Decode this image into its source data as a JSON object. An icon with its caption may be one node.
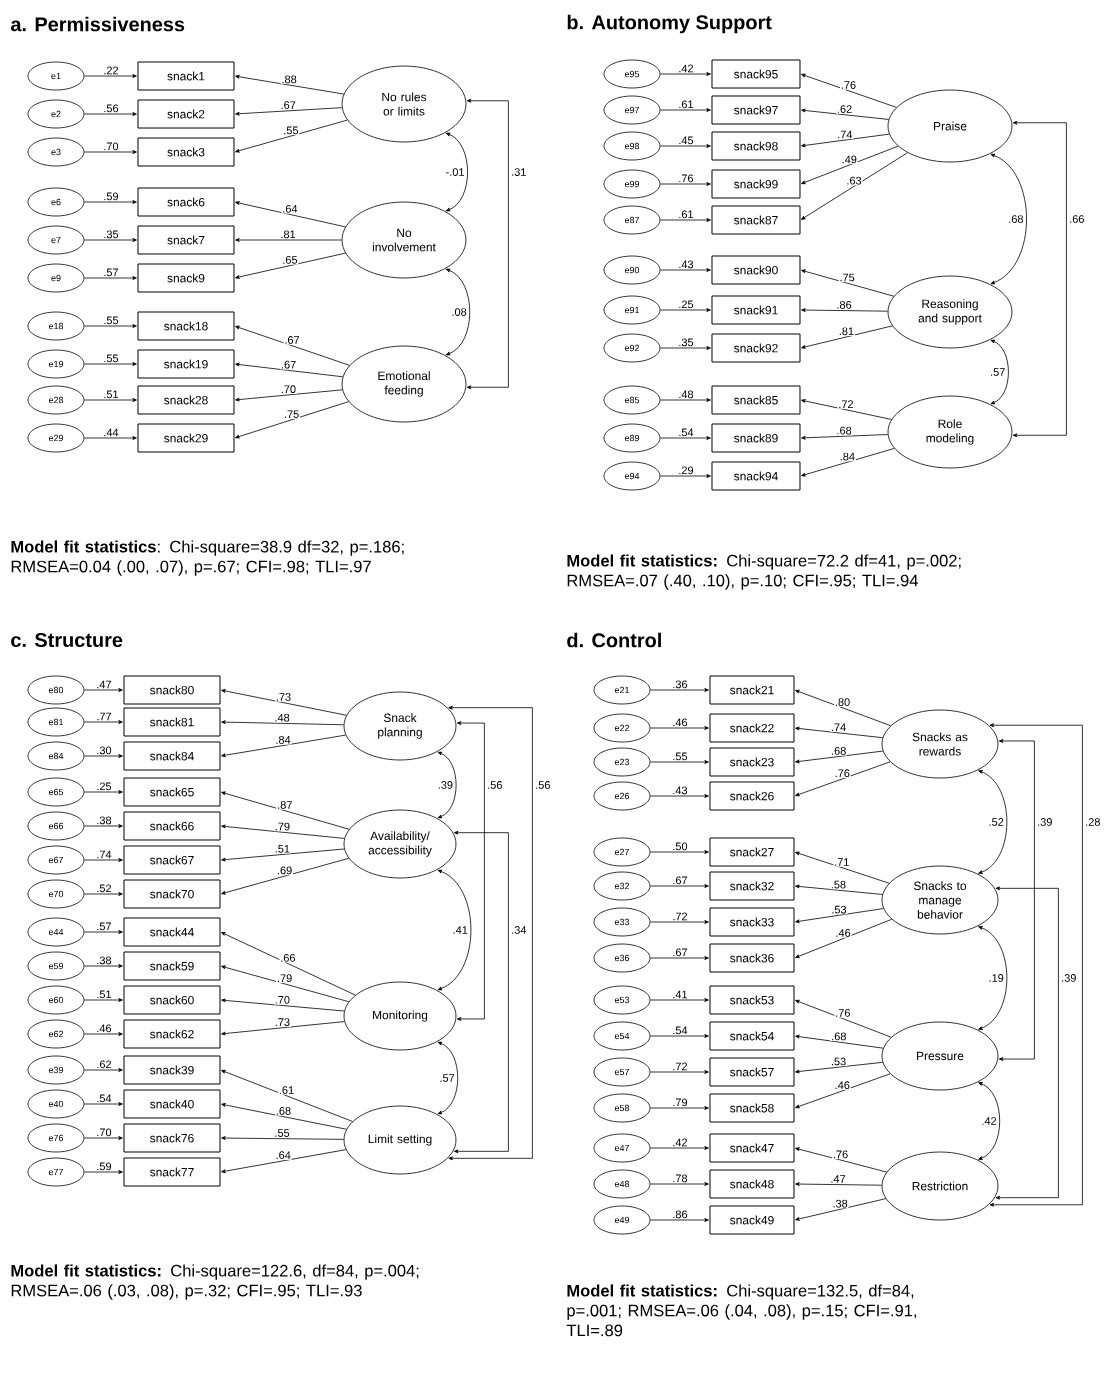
{
  "diagram": {
    "nodes": [
      {
        "text": [
          "e1"
        ]
      },
      {
        "text": [
          "snack1"
        ]
      },
      {
        "text": [
          "e2"
        ]
      },
      {
        "text": [
          "snack2"
        ]
      },
      {
        "text": [
          "e3"
        ]
      },
      {
        "text": [
          "snack3"
        ]
      },
      {
        "text": [
          "No rules or limits"
        ]
      },
      {
        "text": [
          "e6"
        ]
      },
      {
        "text": [
          "snack6"
        ]
      },
      {
        "text": [
          "e7"
        ]
      },
      {
        "text": [
          "snack7"
        ]
      },
      {
        "text": [
          "e9"
        ]
      },
      {
        "text": [
          "snack9"
        ]
      },
      {
        "text": [
          "No involvement"
        ]
      },
      {
        "text": [
          "e18"
        ]
      },
      {
        "text": [
          "snack18"
        ]
      },
      {
        "text": [
          "e19"
        ]
      },
      {
        "text": [
          "snack19"
        ]
      },
      {
        "text": [
          "e28"
        ]
      },
      {
        "text": [
          "snack28"
        ]
      },
      {
        "text": [
          "e29"
        ]
      },
      {
        "text": [
          "snack29"
        ]
      },
      {
        "text": [
          "Emotional feeding"
        ]
      },
      {
        "text": [
          "e95"
        ]
      },
      {
        "text": [
          "snack95"
        ]
      },
      {
        "text": [
          "e97"
        ]
      },
      {
        "text": [
          "snack97"
        ]
      },
      {
        "text": [
          "e98"
        ]
      },
      {
        "text": [
          "snack98"
        ]
      },
      {
        "text": [
          "e99"
        ]
      },
      {
        "text": [
          "snack99"
        ]
      },
      {
        "text": [
          "e87"
        ]
      },
      {
        "text": [
          "snack87"
        ]
      },
      {
        "text": [
          "Praise"
        ]
      },
      {
        "text": [
          "e90"
        ]
      },
      {
        "text": [
          "snack90"
        ]
      },
      {
        "text": [
          "e91"
        ]
      },
      {
        "text": [
          "snack91"
        ]
      },
      {
        "text": [
          "e92"
        ]
      },
      {
        "text": [
          "snack92"
        ]
      },
      {
        "text": [
          "Reasoning and support"
        ]
      },
      {
        "text": [
          "e85"
        ]
      },
      {
        "text": [
          "snack85"
        ]
      },
      {
        "text": [
          "e89"
        ]
      },
      {
        "text": [
          "snack89"
        ]
      },
      {
        "text": [
          "e94"
        ]
      },
      {
        "text": [
          "snack94"
        ]
      },
      {
        "text": [
          "Role modeling"
        ]
      },
      {
        "text": [
          "e80"
        ]
      },
      {
        "text": [
          "snack80"
        ]
      },
      {
        "text": [
          "e81"
        ]
      },
      {
        "text": [
          "snack81"
        ]
      },
      {
        "text": [
          "e84"
        ]
      },
      {
        "text": [
          "snack84"
        ]
      },
      {
        "text": [
          "Snack planning"
        ]
      },
      {
        "text": [
          "e65"
        ]
      },
      {
        "text": [
          "snack65"
        ]
      },
      {
        "text": [
          "e66"
        ]
      },
      {
        "text": [
          "snack66"
        ]
      },
      {
        "text": [
          "e67"
        ]
      },
      {
        "text": [
          "snack67"
        ]
      },
      {
        "text": [
          "e70"
        ]
      },
      {
        "text": [
          "snack70"
        ]
      },
      {
        "text": [
          "Availability/ accessibility"
        ]
      },
      {
        "text": [
          "e44"
        ]
      },
      {
        "text": [
          "snack44"
        ]
      },
      {
        "text": [
          "e59"
        ]
      },
      {
        "text": [
          "snack59"
        ]
      },
      {
        "text": [
          "e60"
        ]
      },
      {
        "text": [
          "snack60"
        ]
      },
      {
        "text": [
          "e62"
        ]
      },
      {
        "text": [
          "snack62"
        ]
      },
      {
        "text": [
          "Monitoring"
        ]
      },
      {
        "text": [
          "e39"
        ]
      },
      {
        "text": [
          "snack39"
        ]
      },
      {
        "text": [
          "e40"
        ]
      },
      {
        "text": [
          "snack40"
        ]
      },
      {
        "text": [
          "e76"
        ]
      },
      {
        "text": [
          "snack76"
        ]
      },
      {
        "text": [
          "e77"
        ]
      },
      {
        "text": [
          "snack77"
        ]
      },
      {
        "text": [
          "Limit setting"
        ]
      },
      {
        "text": [
          "e21"
        ]
      },
      {
        "text": [
          "snack21"
        ]
      },
      {
        "text": [
          "e22"
        ]
      },
      {
        "text": [
          "snack22"
        ]
      },
      {
        "text": [
          "e23"
        ]
      },
      {
        "text": [
          "snack23"
        ]
      },
      {
        "text": [
          "e26"
        ]
      },
      {
        "text": [
          "snack26"
        ]
      },
      {
        "text": [
          "Snacks as rewards"
        ]
      },
      {
        "text": [
          "e27"
        ]
      },
      {
        "text": [
          "snack27"
        ]
      },
      {
        "text": [
          "e32"
        ]
      },
      {
        "text": [
          "snack32"
        ]
      },
      {
        "text": [
          "e33"
        ]
      },
      {
        "text": [
          "snack33"
        ]
      },
      {
        "text": [
          "e36"
        ]
      },
      {
        "text": [
          "snack36"
        ]
      },
      {
        "text": [
          "Snacks to manage behavior"
        ]
      },
      {
        "text": [
          "e53"
        ]
      },
      {
        "text": [
          "snack53"
        ]
      },
      {
        "text": [
          "e54"
        ]
      },
      {
        "text": [
          "snack54"
        ]
      },
      {
        "text": [
          "e57"
        ]
      },
      {
        "text": [
          "snack57"
        ]
      },
      {
        "text": [
          "e58"
        ]
      },
      {
        "text": [
          "snack58"
        ]
      },
      {
        "text": [
          "Pressure"
        ]
      },
      {
        "text": [
          "e47"
        ]
      },
      {
        "text": [
          "snack47"
        ]
      },
      {
        "text": [
          "e48"
        ]
      },
      {
        "text": [
          "snack48"
        ]
      },
      {
        "text": [
          "e49"
        ]
      },
      {
        "text": [
          "snack49"
        ]
      },
      {
        "text": [
          "Restriction"
        ]
      }
    ],
    "edges": [
      {
        "from": 0,
        "to": 1,
        "arrow": "to",
        "label": ".22"
      },
      {
        "from": 6,
        "to": 1,
        "arrow": "to",
        "label": ".88"
      },
      {
        "from": 2,
        "to": 3,
        "arrow": "to",
        "label": ".56"
      },
      {
        "from": 6,
        "to": 3,
        "arrow": "to",
        "label": ".67"
      },
      {
        "from": 4,
        "to": 5,
        "arrow": "to",
        "label": ".70"
      },
      {
        "from": 6,
        "to": 5,
        "arrow": "to",
        "label": ".55"
      },
      {
        "from": 7,
        "to": 8,
        "arrow": "to",
        "label": ".59"
      },
      {
        "from": 13,
        "to": 8,
        "arrow": "to",
        "label": ".64"
      },
      {
        "from": 9,
        "to": 10,
        "arrow": "to",
        "label": ".35"
      },
      {
        "from": 13,
        "to": 10,
        "arrow": "to",
        "label": ".81"
      },
      {
        "from": 11,
        "to": 12,
        "arrow": "to",
        "label": ".57"
      },
      {
        "from": 13,
        "to": 12,
        "arrow": "to",
        "label": ".65"
      },
      {
        "from": 14,
        "to": 15,
        "arrow": "to",
        "label": ".55"
      },
      {
        "from": 22,
        "to": 15,
        "arrow": "to",
        "label": ".67"
      },
      {
        "from": 16,
        "to": 17,
        "arrow": "to",
        "label": ".55"
      },
      {
        "from": 22,
        "to": 17,
        "arrow": "to",
        "label": ".67"
      },
      {
        "from": 18,
        "to": 19,
        "arrow": "to",
        "label": ".51"
      },
      {
        "from": 22,
        "to": 19,
        "arrow": "to",
        "label": ".70"
      },
      {
        "from": 20,
        "to": 21,
        "arrow": "to",
        "label": ".44"
      },
      {
        "from": 22,
        "to": 21,
        "arrow": "to",
        "label": ".75"
      },
      {
        "from": 6,
        "to": 13,
        "arrow": "both",
        "label": "-.01"
      },
      {
        "from": 13,
        "to": 22,
        "arrow": "both",
        "label": ".08"
      },
      {
        "from": 6,
        "to": 22,
        "arrow": "both",
        "label": ".31"
      },
      {
        "from": 23,
        "to": 24,
        "arrow": "to",
        "label": ".42"
      },
      {
        "from": 33,
        "to": 24,
        "arrow": "to",
        "label": ".76"
      },
      {
        "from": 25,
        "to": 26,
        "arrow": "to",
        "label": ".61"
      },
      {
        "from": 33,
        "to": 26,
        "arrow": "to",
        "label": ".62"
      },
      {
        "from": 27,
        "to": 28,
        "arrow": "to",
        "label": ".45"
      },
      {
        "from": 33,
        "to": 28,
        "arrow": "to",
        "label": ".74"
      },
      {
        "from": 29,
        "to": 30,
        "arrow": "to",
        "label": ".76"
      },
      {
        "from": 33,
        "to": 30,
        "arrow": "to",
        "label": ".49"
      },
      {
        "from": 31,
        "to": 32,
        "arrow": "to",
        "label": ".61"
      },
      {
        "from": 33,
        "to": 32,
        "arrow": "to",
        "label": ".63"
      },
      {
        "from": 34,
        "to": 35,
        "arrow": "to",
        "label": ".43"
      },
      {
        "from": 40,
        "to": 35,
        "arrow": "to",
        "label": ".75"
      },
      {
        "from": 36,
        "to": 37,
        "arrow": "to",
        "label": ".25"
      },
      {
        "from": 40,
        "to": 37,
        "arrow": "to",
        "label": ".86"
      },
      {
        "from": 38,
        "to": 39,
        "arrow": "to",
        "label": ".35"
      },
      {
        "from": 40,
        "to": 39,
        "arrow": "to",
        "label": ".81"
      },
      {
        "from": 41,
        "to": 42,
        "arrow": "to",
        "label": ".48"
      },
      {
        "from": 47,
        "to": 42,
        "arrow": "to",
        "label": ".72"
      },
      {
        "from": 43,
        "to": 44,
        "arrow": "to",
        "label": ".54"
      },
      {
        "from": 47,
        "to": 44,
        "arrow": "to",
        "label": ".68"
      },
      {
        "from": 45,
        "to": 46,
        "arrow": "to",
        "label": ".29"
      },
      {
        "from": 47,
        "to": 46,
        "arrow": "to",
        "label": ".84"
      },
      {
        "from": 33,
        "to": 40,
        "arrow": "both",
        "label": ".68"
      },
      {
        "from": 40,
        "to": 47,
        "arrow": "both",
        "label": ".57"
      },
      {
        "from": 33,
        "to": 47,
        "arrow": "both",
        "label": ".66"
      },
      {
        "from": 48,
        "to": 49,
        "arrow": "to",
        "label": ".47"
      },
      {
        "from": 54,
        "to": 49,
        "arrow": "to",
        "label": ".73"
      },
      {
        "from": 50,
        "to": 51,
        "arrow": "to",
        "label": ".77"
      },
      {
        "from": 54,
        "to": 51,
        "arrow": "to",
        "label": ".48"
      },
      {
        "from": 52,
        "to": 53,
        "arrow": "to",
        "label": ".30"
      },
      {
        "from": 54,
        "to": 53,
        "arrow": "to",
        "label": ".84"
      },
      {
        "from": 55,
        "to": 56,
        "arrow": "to",
        "label": ".25"
      },
      {
        "from": 63,
        "to": 56,
        "arrow": "to",
        "label": ".87"
      },
      {
        "from": 57,
        "to": 58,
        "arrow": "to",
        "label": ".38"
      },
      {
        "from": 63,
        "to": 58,
        "arrow": "to",
        "label": ".79"
      },
      {
        "from": 59,
        "to": 60,
        "arrow": "to",
        "label": ".74"
      },
      {
        "from": 63,
        "to": 60,
        "arrow": "to",
        "label": ".51"
      },
      {
        "from": 61,
        "to": 62,
        "arrow": "to",
        "label": ".52"
      },
      {
        "from": 63,
        "to": 62,
        "arrow": "to",
        "label": ".69"
      },
      {
        "from": 64,
        "to": 65,
        "arrow": "to",
        "label": ".57"
      },
      {
        "from": 72,
        "to": 65,
        "arrow": "to",
        "label": ".66"
      },
      {
        "from": 66,
        "to": 67,
        "arrow": "to",
        "label": ".38"
      },
      {
        "from": 72,
        "to": 67,
        "arrow": "to",
        "label": ".79"
      },
      {
        "from": 68,
        "to": 69,
        "arrow": "to",
        "label": ".51"
      },
      {
        "from": 72,
        "to": 69,
        "arrow": "to",
        "label": ".70"
      },
      {
        "from": 70,
        "to": 71,
        "arrow": "to",
        "label": ".46"
      },
      {
        "from": 72,
        "to": 71,
        "arrow": "to",
        "label": ".73"
      },
      {
        "from": 73,
        "to": 74,
        "arrow": "to",
        "label": ".62"
      },
      {
        "from": 81,
        "to": 74,
        "arrow": "to",
        "label": ".61"
      },
      {
        "from": 75,
        "to": 76,
        "arrow": "to",
        "label": ".54"
      },
      {
        "from": 81,
        "to": 76,
        "arrow": "to",
        "label": ".68"
      },
      {
        "from": 77,
        "to": 78,
        "arrow": "to",
        "label": ".70"
      },
      {
        "from": 81,
        "to": 78,
        "arrow": "to",
        "label": ".55"
      },
      {
        "from": 79,
        "to": 80,
        "arrow": "to",
        "label": ".59"
      },
      {
        "from": 81,
        "to": 80,
        "arrow": "to",
        "label": ".64"
      },
      {
        "from": 54,
        "to": 63,
        "arrow": "both",
        "label": ".39"
      },
      {
        "from": 63,
        "to": 72,
        "arrow": "both",
        "label": ".41"
      },
      {
        "from": 72,
        "to": 81,
        "arrow": "both",
        "label": ".57"
      },
      {
        "from": 54,
        "to": 72,
        "arrow": "both",
        "label": ".56"
      },
      {
        "from": 63,
        "to": 81,
        "arrow": "both",
        "label": ".34"
      },
      {
        "from": 54,
        "to": 81,
        "arrow": "both",
        "label": ".56"
      },
      {
        "from": 82,
        "to": 83,
        "arrow": "to",
        "label": ".36"
      },
      {
        "from": 90,
        "to": 83,
        "arrow": "to",
        "label": ".80"
      },
      {
        "from": 84,
        "to": 85,
        "arrow": "to",
        "label": ".46"
      },
      {
        "from": 90,
        "to": 85,
        "arrow": "to",
        "label": ".74"
      },
      {
        "from": 86,
        "to": 87,
        "arrow": "to",
        "label": ".55"
      },
      {
        "from": 90,
        "to": 87,
        "arrow": "to",
        "label": ".68"
      },
      {
        "from": 88,
        "to": 89,
        "arrow": "to",
        "label": ".43"
      },
      {
        "from": 90,
        "to": 89,
        "arrow": "to",
        "label": ".76"
      },
      {
        "from": 91,
        "to": 92,
        "arrow": "to",
        "label": ".50"
      },
      {
        "from": 99,
        "to": 92,
        "arrow": "to",
        "label": ".71"
      },
      {
        "from": 93,
        "to": 94,
        "arrow": "to",
        "label": ".67"
      },
      {
        "from": 99,
        "to": 94,
        "arrow": "to",
        "label": ".58"
      },
      {
        "from": 95,
        "to": 96,
        "arrow": "to",
        "label": ".72"
      },
      {
        "from": 99,
        "to": 96,
        "arrow": "to",
        "label": ".53"
      },
      {
        "from": 97,
        "to": 98,
        "arrow": "to",
        "label": ".67"
      },
      {
        "from": 99,
        "to": 98,
        "arrow": "to",
        "label": ".46"
      },
      {
        "from": 100,
        "to": 101,
        "arrow": "to",
        "label": ".41"
      },
      {
        "from": 108,
        "to": 101,
        "arrow": "to",
        "label": ".76"
      },
      {
        "from": 102,
        "to": 103,
        "arrow": "to",
        "label": ".54"
      },
      {
        "from": 108,
        "to": 103,
        "arrow": "to",
        "label": ".68"
      },
      {
        "from": 104,
        "to": 105,
        "arrow": "to",
        "label": ".72"
      },
      {
        "from": 108,
        "to": 105,
        "arrow": "to",
        "label": ".53"
      },
      {
        "from": 106,
        "to": 107,
        "arrow": "to",
        "label": ".79"
      },
      {
        "from": 108,
        "to": 107,
        "arrow": "to",
        "label": ".46"
      },
      {
        "from": 109,
        "to": 110,
        "arrow": "to",
        "label": ".42"
      },
      {
        "from": 115,
        "to": 110,
        "arrow": "to",
        "label": ".76"
      },
      {
        "from": 111,
        "to": 112,
        "arrow": "to",
        "label": ".78"
      },
      {
        "from": 115,
        "to": 112,
        "arrow": "to",
        "label": ".47"
      },
      {
        "from": 113,
        "to": 114,
        "arrow": "to",
        "label": ".86"
      },
      {
        "from": 115,
        "to": 114,
        "arrow": "to",
        "label": ".38"
      },
      {
        "from": 90,
        "to": 99,
        "arrow": "both",
        "label": ".52"
      },
      {
        "from": 99,
        "to": 108,
        "arrow": "both",
        "label": ".19"
      },
      {
        "from": 108,
        "to": 115,
        "arrow": "both",
        "label": ".42"
      },
      {
        "from": 90,
        "to": 108,
        "arrow": "both",
        "label": ".39"
      },
      {
        "from": 99,
        "to": 115,
        "arrow": "both",
        "label": ".39"
      },
      {
        "from": 90,
        "to": 115,
        "arrow": "both",
        "label": ".28"
      }
    ],
    "labels": [
      "a. Permissiveness",
      "b. Autonomy Support",
      "**Model fit statistics**: Chi-square=38.9 df=32, p=.186; RMSEA=0.04 (.00, .07), p=.67; CFI=.98; TLI=.97",
      "**Model fit statistics:** Chi-square=72.2 df=41, p=.002; RMSEA=.07 (.40, .10), p=.10; CFI=.95; TLI=.94",
      "c. Structure",
      "d. Control",
      "**Model fit statistics:** Chi-square=122.6, df=84, p=.004; RMSEA=.06 (.03, .08), p=.32; CFI=.95; TLI=.93",
      "**Model fit statistics:** Chi-square=132.5, df=84, p=.001; RMSEA=.06 (.04, .08), p=.15; CFI=.91, TLI=.89"
    ]
  }
}
